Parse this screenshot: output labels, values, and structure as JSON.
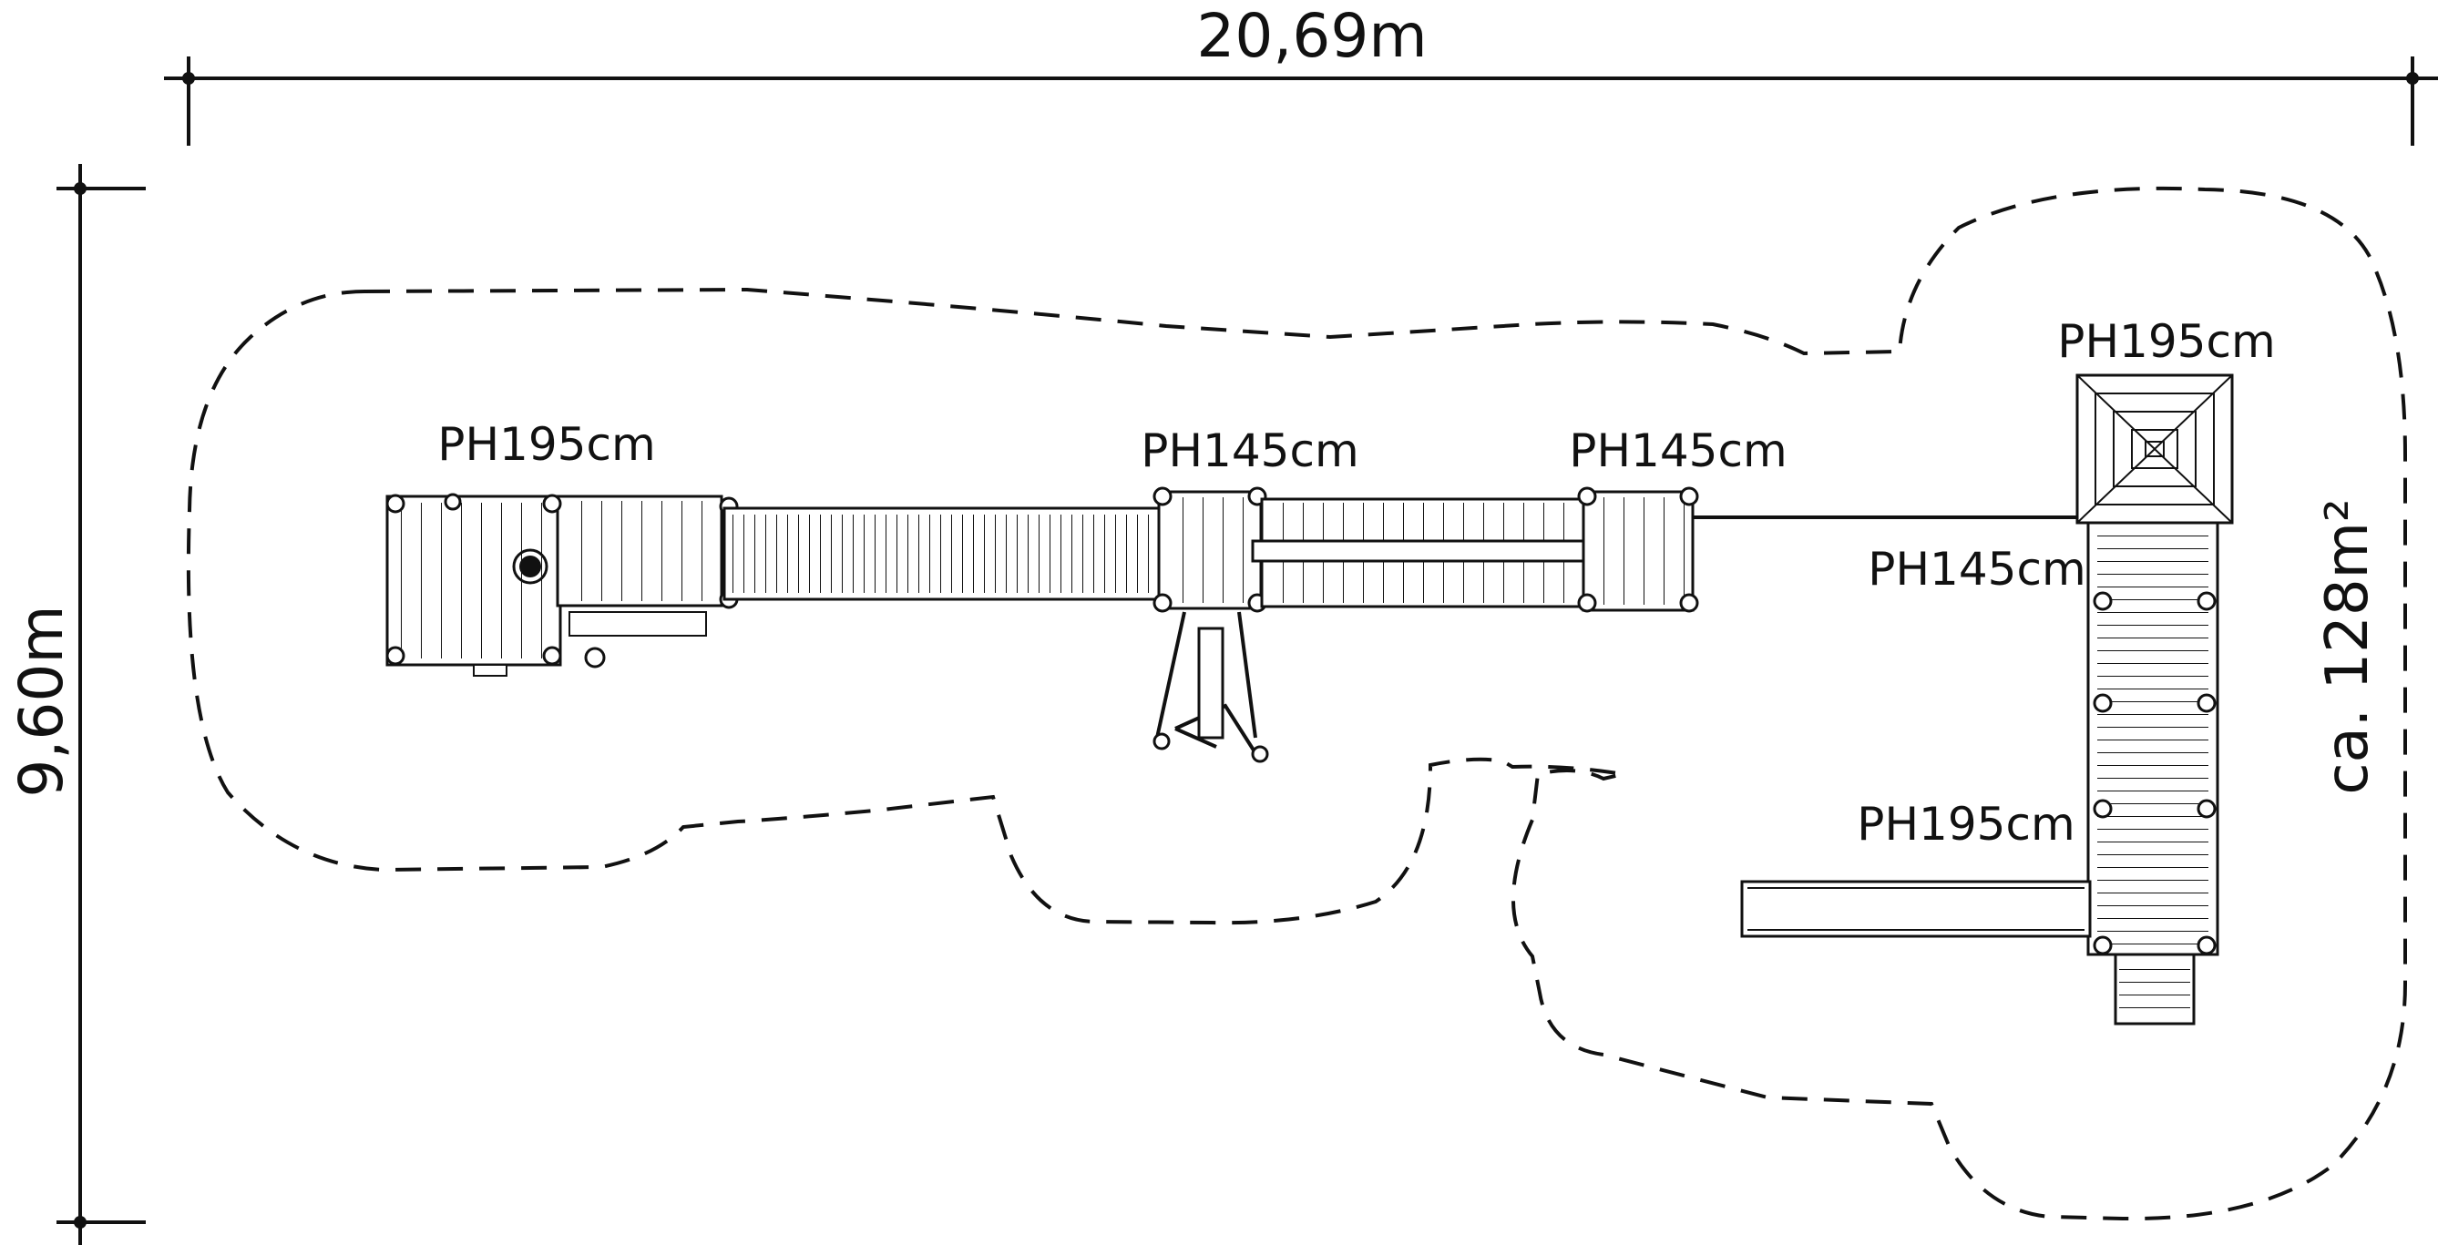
{
  "dimensions": {
    "width_label": "20,69m",
    "height_label": "9,60m",
    "area_label": "ca. 128m²"
  },
  "platforms": [
    {
      "label": "PH195cm"
    },
    {
      "label": "PH145cm"
    },
    {
      "label": "PH145cm"
    },
    {
      "label": "PH195cm"
    },
    {
      "label": "PH145cm"
    },
    {
      "label": "PH195cm"
    }
  ],
  "colors": {
    "line": "#111111",
    "background": "#ffffff"
  }
}
